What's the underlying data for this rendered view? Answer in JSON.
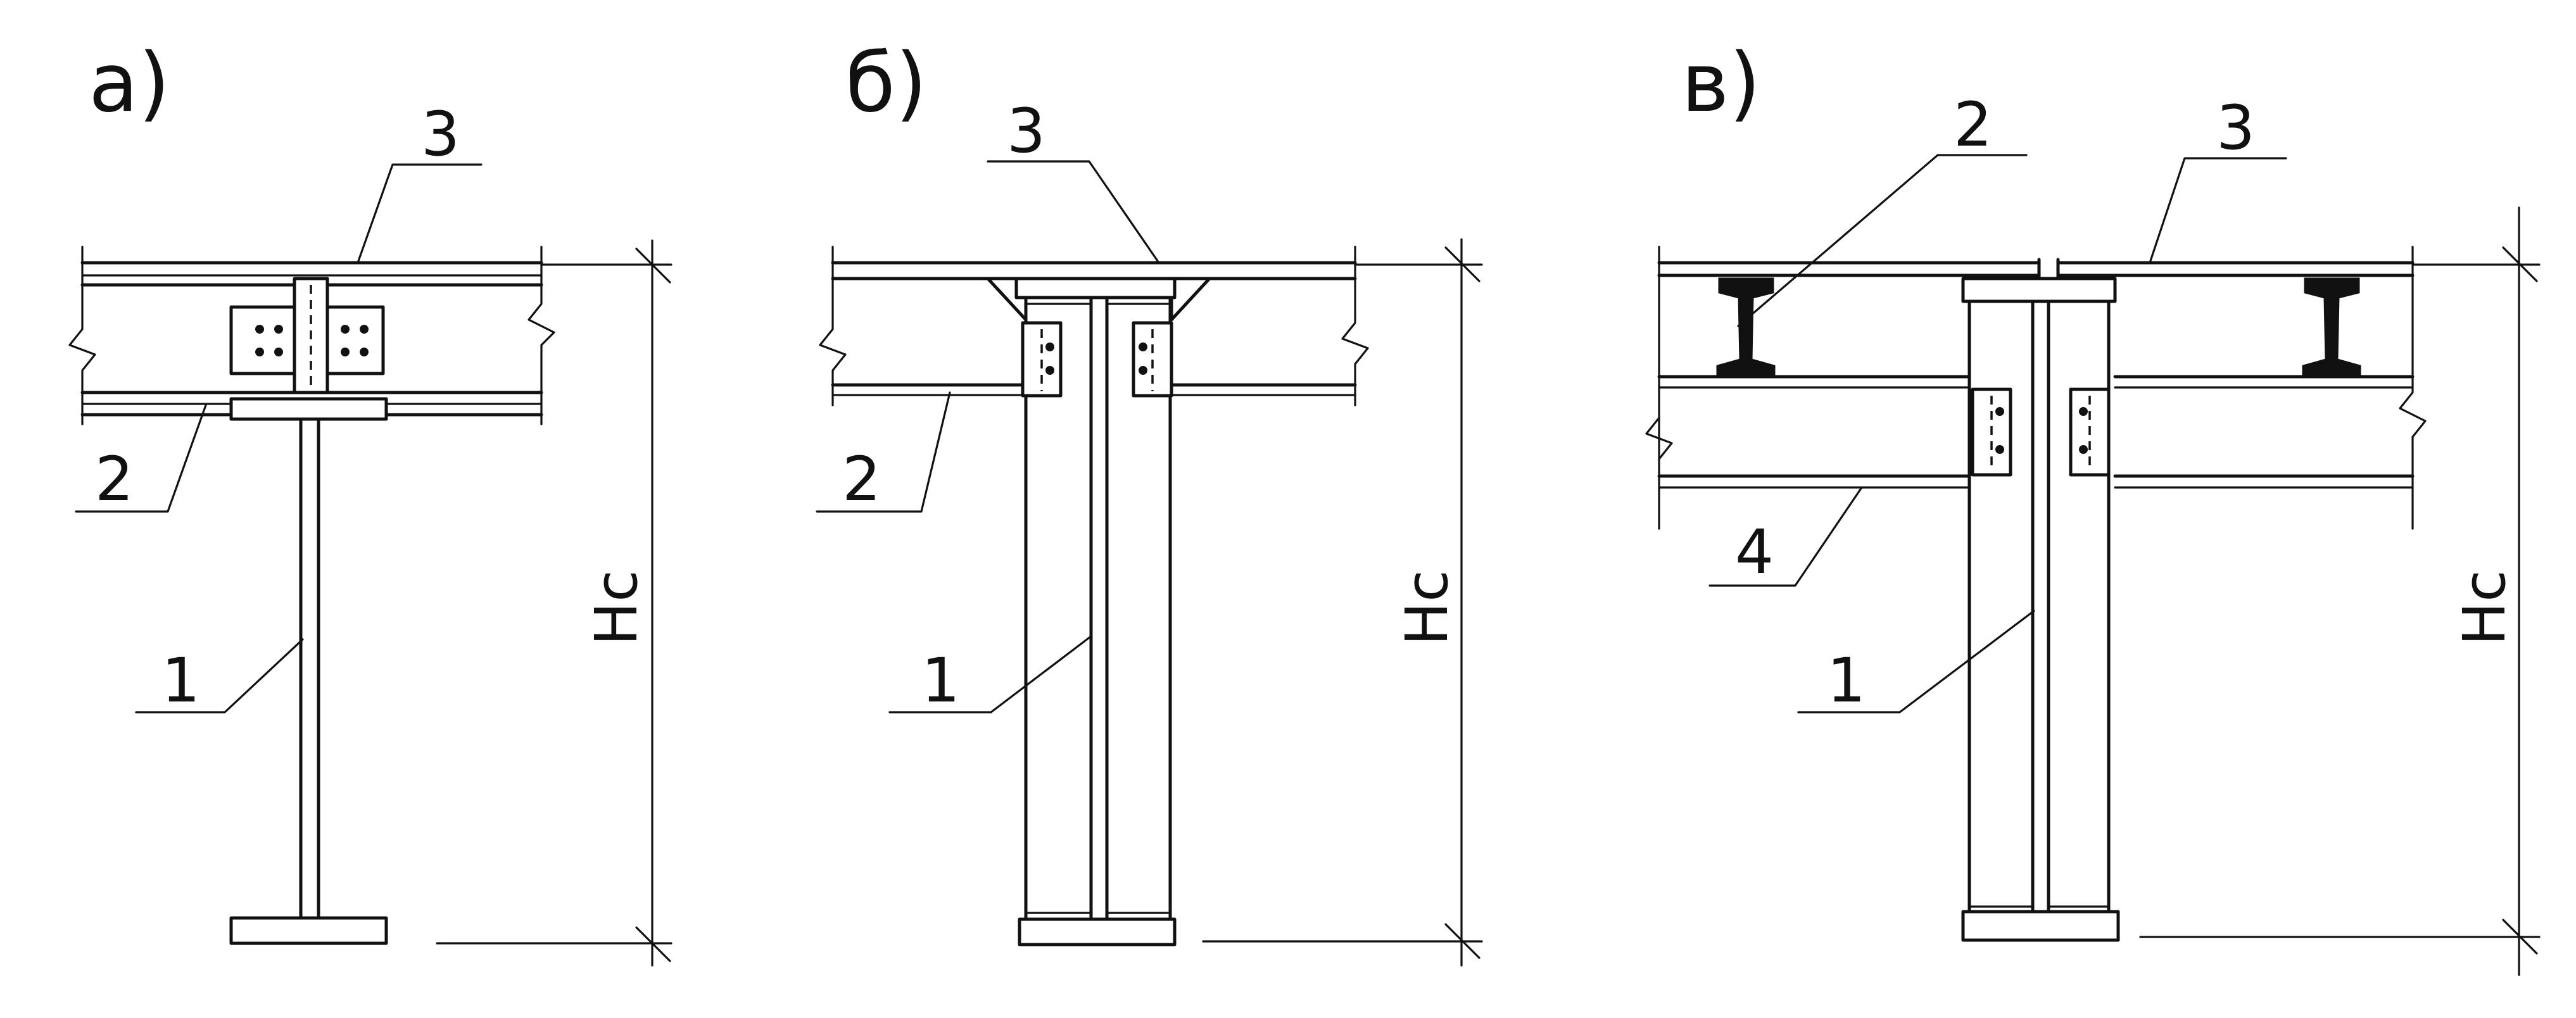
{
  "panels": [
    {
      "label": "а)",
      "callouts": {
        "c1": "1",
        "c2": "2",
        "c3": "3"
      },
      "dimension": "Hс"
    },
    {
      "label": "б)",
      "callouts": {
        "c1": "1",
        "c2": "2",
        "c3": "3"
      },
      "dimension": "Hс"
    },
    {
      "label": "в)",
      "callouts": {
        "c1": "1",
        "c2": "2",
        "c3": "3",
        "c4": "4"
      },
      "dimension": "Hс"
    }
  ],
  "colors": {
    "ink": "#111111",
    "paper": "#ffffff"
  }
}
